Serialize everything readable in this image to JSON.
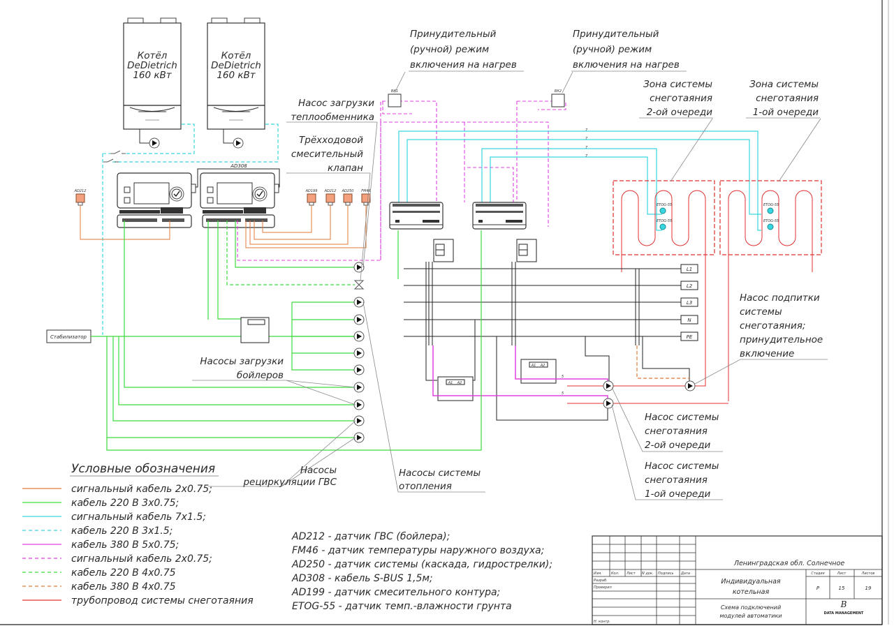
{
  "boilers": [
    {
      "label_lines": [
        "Котёл",
        "DeDietrich",
        "160 кВт"
      ]
    },
    {
      "label_lines": [
        "Котёл",
        "DeDietrich",
        "160 кВт"
      ]
    }
  ],
  "controllers": {
    "bus_cable_label": "AD308",
    "left_sensor": "AD212",
    "right_sensors": [
      "AD199",
      "AD212",
      "AD250",
      "FM46"
    ]
  },
  "stabilizer_label": "Стабилизатор",
  "manual_switches": [
    "ВК1",
    "ВК2"
  ],
  "cable_marks": [
    "7",
    "7",
    "7",
    "7"
  ],
  "snowmelt_sensors": [
    "ETOG-55",
    "ETOG-55",
    "ETOG-55",
    "ETOG-55"
  ],
  "power_bus": [
    "L1",
    "L2",
    "L3",
    "N",
    "PE"
  ],
  "contactor_labels": [
    "A1",
    "A2"
  ],
  "cable_core_counts": [
    "5",
    "5"
  ],
  "callouts": {
    "forced_mode_1": [
      "Принудительный",
      "(ручной) режим",
      "включения на нагрев"
    ],
    "forced_mode_2": [
      "Принудительный",
      "(ручной) режим",
      "включения на нагрев"
    ],
    "hx_pump": [
      "Насос загрузки",
      "теплообменника"
    ],
    "mix_valve": [
      "Трёхходовой",
      "смесительный",
      "клапан"
    ],
    "zone_2": [
      "Зона системы",
      "снеготаяния",
      "2-ой очереди"
    ],
    "zone_1": [
      "Зона системы",
      "снеготаяния",
      "1-ой очереди"
    ],
    "boiler_pumps": [
      "Насосы загрузки",
      "бойлеров"
    ],
    "dhw_recirc": [
      "Насосы",
      "рециркуляции ГВС"
    ],
    "heating_pumps": [
      "Насосы системы",
      "отопления"
    ],
    "makeup_pump": [
      "Насос подпитки",
      "системы",
      "снеготаяния;",
      "принудительное",
      "включение"
    ],
    "snow_pump_2": [
      "Насос системы",
      "снеготаяния",
      "2-ой очереди"
    ],
    "snow_pump_1": [
      "Насос системы",
      "снеготаяния",
      "1-ой очереди"
    ]
  },
  "legend": {
    "title": "Условные обозначения",
    "items": [
      {
        "label": "сигнальный кабель 2х0.75;",
        "color": "#e07a3a",
        "dashed": false
      },
      {
        "label": "кабель 220 В 3х0.75;",
        "color": "#3ddc3d",
        "dashed": false
      },
      {
        "label": "сигнальный кабель 7х1.5;",
        "color": "#37d6e0",
        "dashed": false
      },
      {
        "label": "кабель 220 В 3х1.5;",
        "color": "#37d6e0",
        "dashed": true
      },
      {
        "label": "кабель 380 В 5х0.75;",
        "color": "#e040e0",
        "dashed": false
      },
      {
        "label": "сигнальный кабель 2х0.75;",
        "color": "#e040e0",
        "dashed": true
      },
      {
        "label": "кабель 220 В 4х0.75",
        "color": "#3ddc3d",
        "dashed": true
      },
      {
        "label": "кабель 380 В 4х0.75",
        "color": "#e07a3a",
        "dashed": true
      },
      {
        "label": "трубопровод системы снеготаяния",
        "color": "#e03030",
        "dashed": false
      }
    ]
  },
  "notes": [
    "AD212 - датчик ГВС (бойлера);",
    "FM46 - датчик температуры наружного воздуха;",
    "AD250 - датчик системы (каскада, гидрострелки);",
    "AD308 - кабель S-BUS 1,5м;",
    "AD199 - датчик смесительного контура;",
    "ETOG-55 - датчик темп.-влажности грунта"
  ],
  "title_block": {
    "headers": [
      "Изм.",
      "Кол.",
      "Лист",
      "N док.",
      "Подпись",
      "Дата"
    ],
    "roles": [
      "Разраб.",
      "Проверил",
      "",
      "",
      "Н. контр."
    ],
    "location": "Ленинградская обл. Солнечное",
    "project": [
      "Индивидуальная",
      "котельная"
    ],
    "sheet_title": [
      "Схема подключений",
      "модулей автоматики"
    ],
    "stage_header": "Стадия",
    "sheet_header": "Лист",
    "sheets_header": "Листов",
    "stage": "Р",
    "sheet": "15",
    "sheets": "19",
    "company": "DATA MANAGEMENT"
  }
}
